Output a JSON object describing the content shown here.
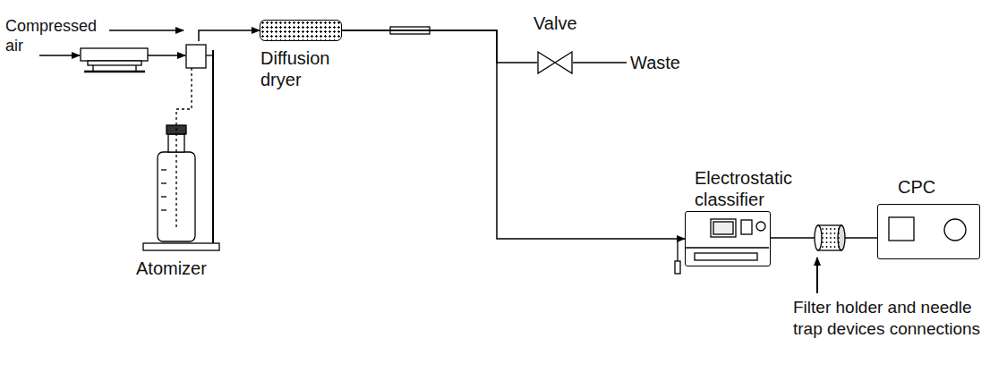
{
  "diagram": {
    "nodes": [
      {
        "text": [
          "Atomizer"
        ]
      },
      {
        "text": [
          "Diffusion dryer"
        ]
      },
      {
        "text": [
          "Valve"
        ]
      },
      {
        "text": [
          "Electrostatic classifier"
        ]
      },
      {
        "text": [
          "Filter holder and needle trap devices connections"
        ]
      },
      {
        "text": [
          "CPC"
        ]
      }
    ],
    "edges": [
      {
        "from": 0,
        "to": 1,
        "arrow": "to"
      },
      {
        "from": 1,
        "to": 2,
        "arrow": "none"
      },
      {
        "from": 1,
        "to": 3,
        "arrow": "to"
      },
      {
        "from": 3,
        "to": 4,
        "arrow": "none"
      },
      {
        "from": 4,
        "to": 5,
        "arrow": "none"
      }
    ],
    "labels": [
      "Compressed air",
      "Waste"
    ]
  }
}
